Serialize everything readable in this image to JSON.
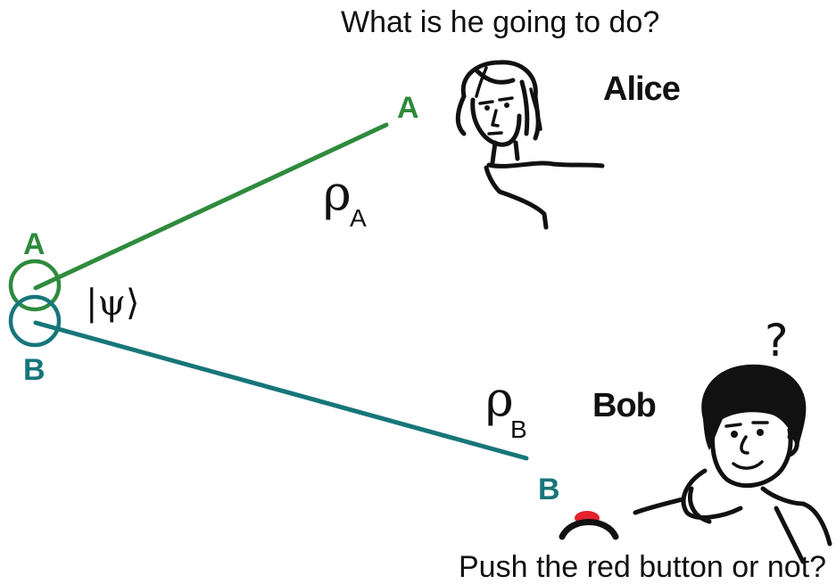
{
  "captions": {
    "top_question": "What is he going to do?",
    "bottom_question": "Push the red button or not?"
  },
  "people": {
    "alice_name": "Alice",
    "bob_name": "Bob",
    "bob_thought": "?"
  },
  "state": {
    "ket": "|ψ⟩",
    "source_label_a": "A",
    "source_label_b": "B"
  },
  "channels": {
    "a": {
      "endpoint_label": "A",
      "rho_symbol": "ρ",
      "rho_subscript": "A",
      "color": "#2e8b3d"
    },
    "b": {
      "endpoint_label": "B",
      "rho_symbol": "ρ",
      "rho_subscript": "B",
      "color": "#17767a"
    }
  },
  "button": {
    "color": "#e3222b"
  }
}
